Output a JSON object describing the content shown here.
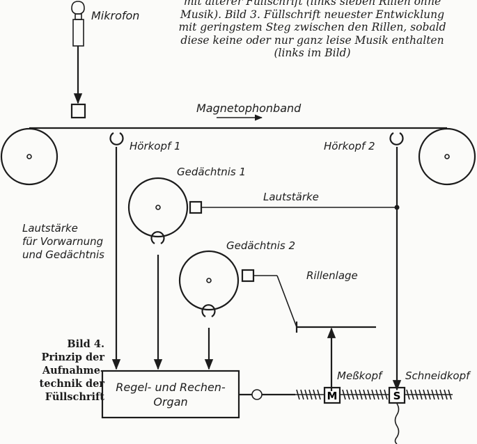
{
  "caption_top": {
    "lines": [
      "mit älterer Füllschrift (links sieben Rillen ohne",
      "Musik). Bild 3. Füllschrift neuester Entwicklung",
      "mit geringstem Steg zwischen den Rillen, sobald",
      "diese keine oder nur ganz leise Musik enthalten",
      "(links im Bild)"
    ]
  },
  "figure_caption": {
    "lines": [
      "Bild 4.",
      "Prinzip der",
      "Aufnahme-",
      "technik der",
      "Füllschrift"
    ]
  },
  "labels": {
    "mikrofon": "Mikrofon",
    "magnetophonband": "Magnetophonband",
    "hoerkopf1": "Hörkopf 1",
    "hoerkopf2": "Hörkopf 2",
    "gedaechtnis1": "Gedächtnis 1",
    "gedaechtnis2": "Gedächtnis 2",
    "lautstaerke": "Lautstärke",
    "lautstaerke_vorwarnung": [
      "Lautstärke",
      "für Vorwarnung",
      "und Gedächtnis"
    ],
    "rillenlage": "Rillenlage",
    "messkopf": "Meßkopf",
    "schneidkopf": "Schneidkopf",
    "regel_organ": [
      "Regel- und Rechen-",
      "Organ"
    ],
    "motor_m": "M",
    "motor_s": "S"
  }
}
